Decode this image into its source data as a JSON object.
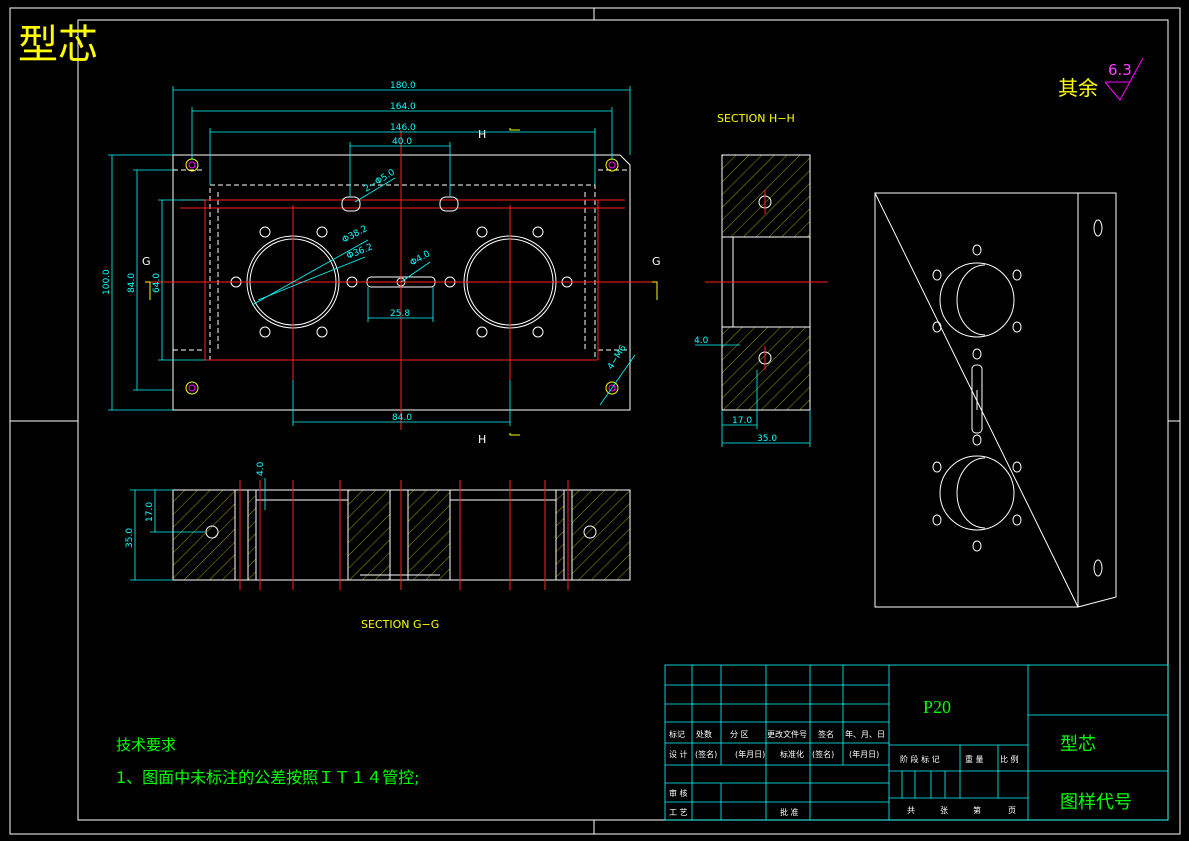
{
  "title_big": "型芯",
  "surface_finish": {
    "prefix": "其余",
    "value": "6.3"
  },
  "views": {
    "section_hh": "SECTION H−H",
    "section_gg": "SECTION G−G",
    "cut_g": "G",
    "cut_h": "H"
  },
  "dims_top": {
    "d180": "180.0",
    "d164": "164.0",
    "d146": "146.0",
    "d40": "40.0",
    "d100": "100.0",
    "d84v": "84.0",
    "d64": "64.0",
    "d258": "25.8",
    "d84h": "84.0",
    "phi5": "2−Φ5.0",
    "phi382": "Φ38.2",
    "phi362": "Φ36.2",
    "phi4": "Φ4.0",
    "m6": "4−M6"
  },
  "dims_hh": {
    "d4": "4.0",
    "d17": "17.0",
    "d35": "35.0"
  },
  "dims_gg": {
    "d4": "4.0",
    "d17": "17.0",
    "d35": "35.0"
  },
  "tech": {
    "heading": "技术要求",
    "line1": "1、图面中未标注的公差按照ＩＴ１４管控;"
  },
  "title_block": {
    "part_no": "P20",
    "name": "型芯",
    "drawing_no": "图样代号",
    "r1": [
      "标记",
      "处数",
      "分 区",
      "更改文件号",
      "签名",
      "年、月、日"
    ],
    "r2": [
      "设 计",
      "(签名)",
      "(年月日)",
      "标准化",
      "(签名)",
      "(年月日)"
    ],
    "stage": [
      "阶 段 标 记",
      "重 量",
      "比 例"
    ],
    "review": "审 核",
    "craft": "工 艺",
    "approve": "批 准",
    "sheets": [
      "共",
      "张",
      "第",
      "页"
    ]
  }
}
